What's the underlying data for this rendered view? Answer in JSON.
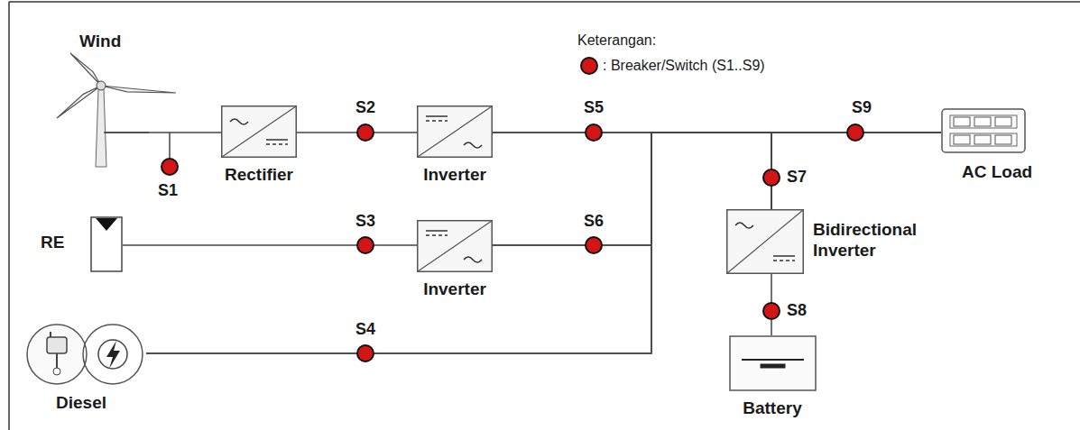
{
  "diagram": {
    "nodes": [
      {
        "text": [
          "Wind"
        ]
      },
      {
        "text": [
          "Rectifier"
        ]
      },
      {
        "text": [
          "Inverter"
        ]
      },
      {
        "text": [
          "AC Load"
        ]
      },
      {
        "text": [
          "RE"
        ]
      },
      {
        "text": [
          "Inverter"
        ]
      },
      {
        "text": [
          "Bidirectional Inverter"
        ]
      },
      {
        "text": [
          "Diesel"
        ]
      },
      {
        "text": [
          "Battery"
        ]
      }
    ],
    "edges": [
      {
        "from": 0,
        "to": 1,
        "arrow": "none"
      },
      {
        "from": 1,
        "to": 2,
        "arrow": "none"
      },
      {
        "from": 2,
        "to": 3,
        "arrow": "none"
      },
      {
        "from": 2,
        "to": 6,
        "arrow": "none"
      },
      {
        "from": 4,
        "to": 5,
        "arrow": "none"
      },
      {
        "from": 5,
        "to": 3,
        "arrow": "none"
      },
      {
        "from": 5,
        "to": 6,
        "arrow": "none"
      },
      {
        "from": 7,
        "to": 3,
        "arrow": "none"
      },
      {
        "from": 7,
        "to": 6,
        "arrow": "none"
      },
      {
        "from": 6,
        "to": 8,
        "arrow": "none"
      }
    ],
    "labels": [
      "Keterangan:",
      "S1",
      "S2",
      "S3",
      "S4",
      "S5",
      "S6",
      "S7",
      "S8",
      "S9"
    ],
    "legend": [
      {
        "text": ": Breaker/Switch (S1..S9)",
        "color": "#d41515"
      }
    ]
  }
}
